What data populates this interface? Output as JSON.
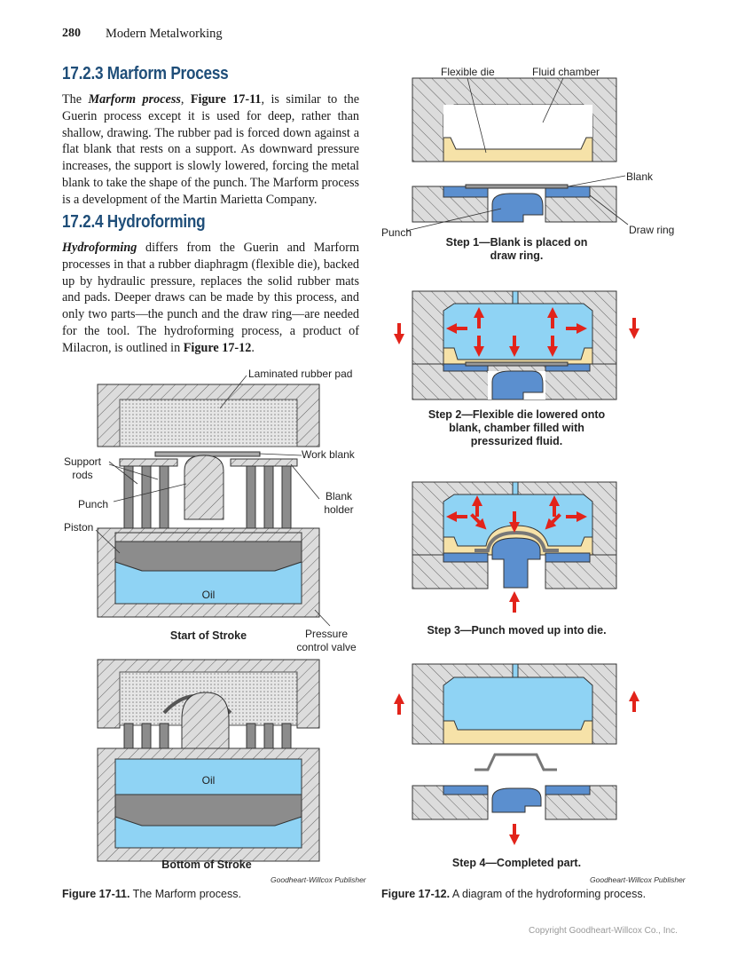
{
  "header": {
    "page_number": "280",
    "running_title": "Modern Metalworking"
  },
  "section_1": {
    "heading": "17.2.3 Marform Process",
    "para": [
      "The ",
      "Marform process",
      ", ",
      "Figure 17-11",
      ", is similar to the Guerin process except it is used for deep, rather than shallow, drawing. The rubber pad is forced down against a flat blank that rests on a support. As downward pressure increases, the support is slowly lowered, forcing the metal blank to take the shape of the punch. The Marform process is a development of the Martin Marietta Company."
    ]
  },
  "section_2": {
    "heading": "17.2.4 Hydroforming",
    "para": [
      "Hydroforming",
      " differs from the Guerin and Marform processes in that a rubber diaphragm (flexible die), backed up by hydraulic pressure, replaces the solid rubber mats and pads. Deeper draws can be made by this process, and only two parts—the punch and the draw ring—are needed for the tool. The hydroforming process, a product of Milacron, is outlined in ",
      "Figure 17-12",
      "."
    ]
  },
  "figure_11": {
    "labels": {
      "laminated_rubber_pad": "Laminated rubber pad",
      "work_blank": "Work blank",
      "support_rods": "Support rods",
      "blank_holder": "Blank holder",
      "punch": "Punch",
      "piston": "Piston",
      "oil": "Oil",
      "pressure_control_valve": "Pressure control valve"
    },
    "start_caption": "Start of Stroke",
    "bottom_caption": "Bottom of Stroke",
    "credit": "Goodheart-Willcox Publisher",
    "caption_label": "Figure 17-11.",
    "caption_text": " The Marform process."
  },
  "figure_12": {
    "labels": {
      "flexible_die": "Flexible die",
      "fluid_chamber": "Fluid chamber",
      "blank": "Blank",
      "punch": "Punch",
      "draw_ring": "Draw ring"
    },
    "steps": [
      "Step 1—Blank is placed on draw ring.",
      "Step 2—Flexible die lowered onto blank, chamber filled with pressurized fluid.",
      "Step 3—Punch moved up into die.",
      "Step 4—Completed part."
    ],
    "credit": "Goodheart-Willcox Publisher",
    "caption_label": "Figure 17-12.",
    "caption_text": " A diagram of the hydroforming process."
  },
  "footer": {
    "copyright": "Copyright Goodheart-Willcox Co., Inc."
  },
  "colors": {
    "heading": "#1f4e79",
    "fluid": "#8fd3f4",
    "punch": "#5b8fcf",
    "rubber": "#f6e2a8",
    "arrow": "#e2231a",
    "steel": "#d9d9d9"
  }
}
